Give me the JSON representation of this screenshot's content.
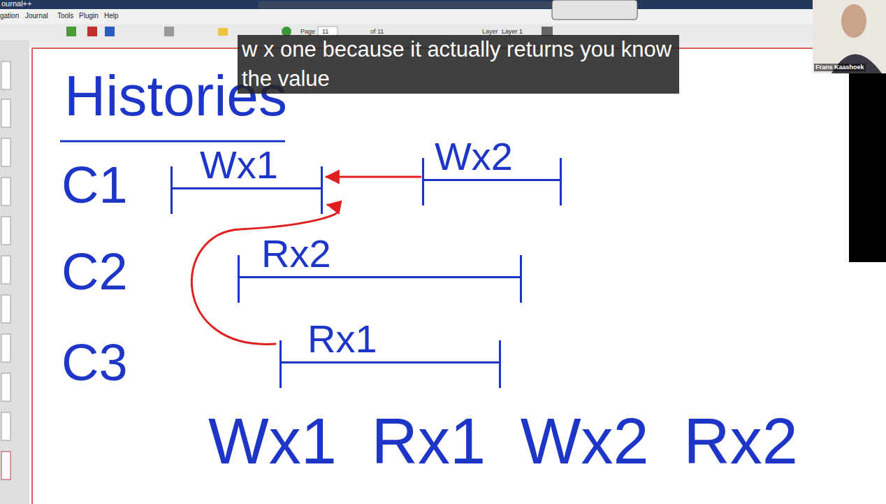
{
  "diagram": {
    "title": "Histories",
    "caption": "w x one because it actually returns you know the value",
    "nodes": [
      {
        "text": [
          "Wx1"
        ]
      },
      {
        "text": [
          "Wx2"
        ]
      },
      {
        "text": [
          "Rx2"
        ]
      },
      {
        "text": [
          "Rx1"
        ]
      }
    ],
    "edges": [
      {
        "from": 1,
        "to": 0,
        "arrow": "to"
      },
      {
        "from": 3,
        "to": 0,
        "arrow": "to"
      }
    ],
    "labels": [
      "ournal++",
      "gation",
      "Journal",
      "Tools",
      "Plugin",
      "Help",
      "Page",
      "11",
      "of 11",
      "Layer",
      "Layer 1",
      "Frans Kaashoek",
      "C1",
      "C2",
      "C3",
      "Wx1 Rx1 Wx2 Rx2"
    ]
  }
}
